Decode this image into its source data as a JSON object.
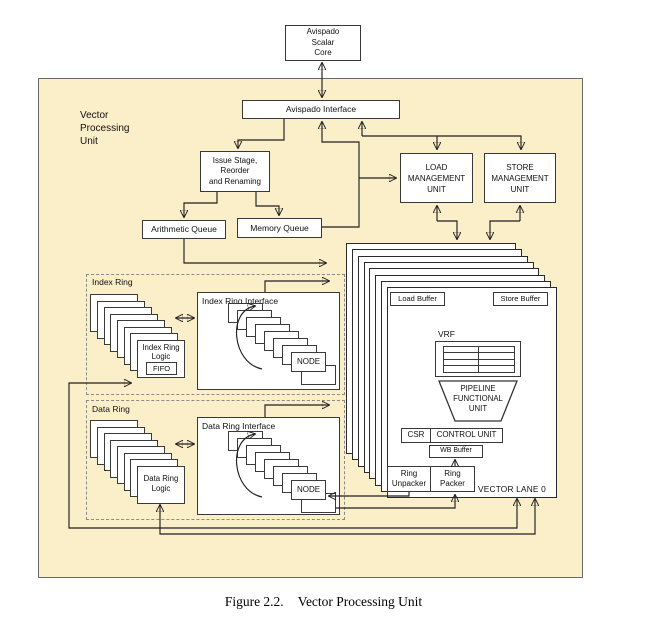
{
  "vpu_label_lines": [
    "Vector",
    "Processing",
    "Unit"
  ],
  "boxes": {
    "scalar_core_lines": [
      "Avispado",
      "Scalar",
      "Core"
    ],
    "avispado_interface": "Avispado Interface",
    "issue_stage_lines": [
      "Issue Stage,",
      "Reorder",
      "and Renaming"
    ],
    "load_mu_lines": [
      "LOAD",
      "MANAGEMENT",
      "UNIT"
    ],
    "store_mu_lines": [
      "STORE",
      "MANAGEMENT",
      "UNIT"
    ],
    "arithmetic_queue": "Arithmetic Queue",
    "memory_queue": "Memory Queue"
  },
  "index_ring": {
    "label": "Index Ring",
    "logic_lines": [
      "Index Ring",
      "Logic"
    ],
    "fifo": "FIFO",
    "interface_label": "Index Ring Interface",
    "node": "NODE"
  },
  "data_ring": {
    "label": "Data Ring",
    "logic_lines": [
      "Data Ring",
      "Logic"
    ],
    "interface_label": "Data Ring Interface",
    "node": "NODE"
  },
  "lane": {
    "load_buffer": "Load Buffer",
    "store_buffer": "Store Buffer",
    "vrf": "VRF",
    "pfu_lines": [
      "PIPELINE",
      "FUNCTIONAL",
      "UNIT"
    ],
    "csr": "CSR",
    "control_unit": "CONTROL UNIT",
    "wb_buffer": "WB Buffer",
    "ring_unpacker_lines": [
      "Ring",
      "Unpacker"
    ],
    "ring_packer_lines": [
      "Ring",
      "Packer"
    ],
    "lane_label": "VECTOR LANE 0"
  },
  "caption": {
    "parts": [
      "Figure 2.2.",
      "Vector Processing Unit"
    ]
  },
  "colors": {
    "vpu_bg": "#fbefca",
    "wire": "#1f1f1f",
    "box_border": "#383838",
    "dashed_border": "#8a8a8a"
  }
}
